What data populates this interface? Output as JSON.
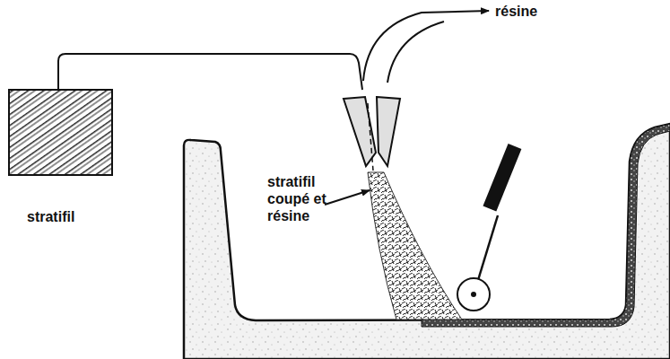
{
  "diagram": {
    "labels": [
      "résine",
      "stratifil coupé et résine",
      "stratifil"
    ]
  }
}
